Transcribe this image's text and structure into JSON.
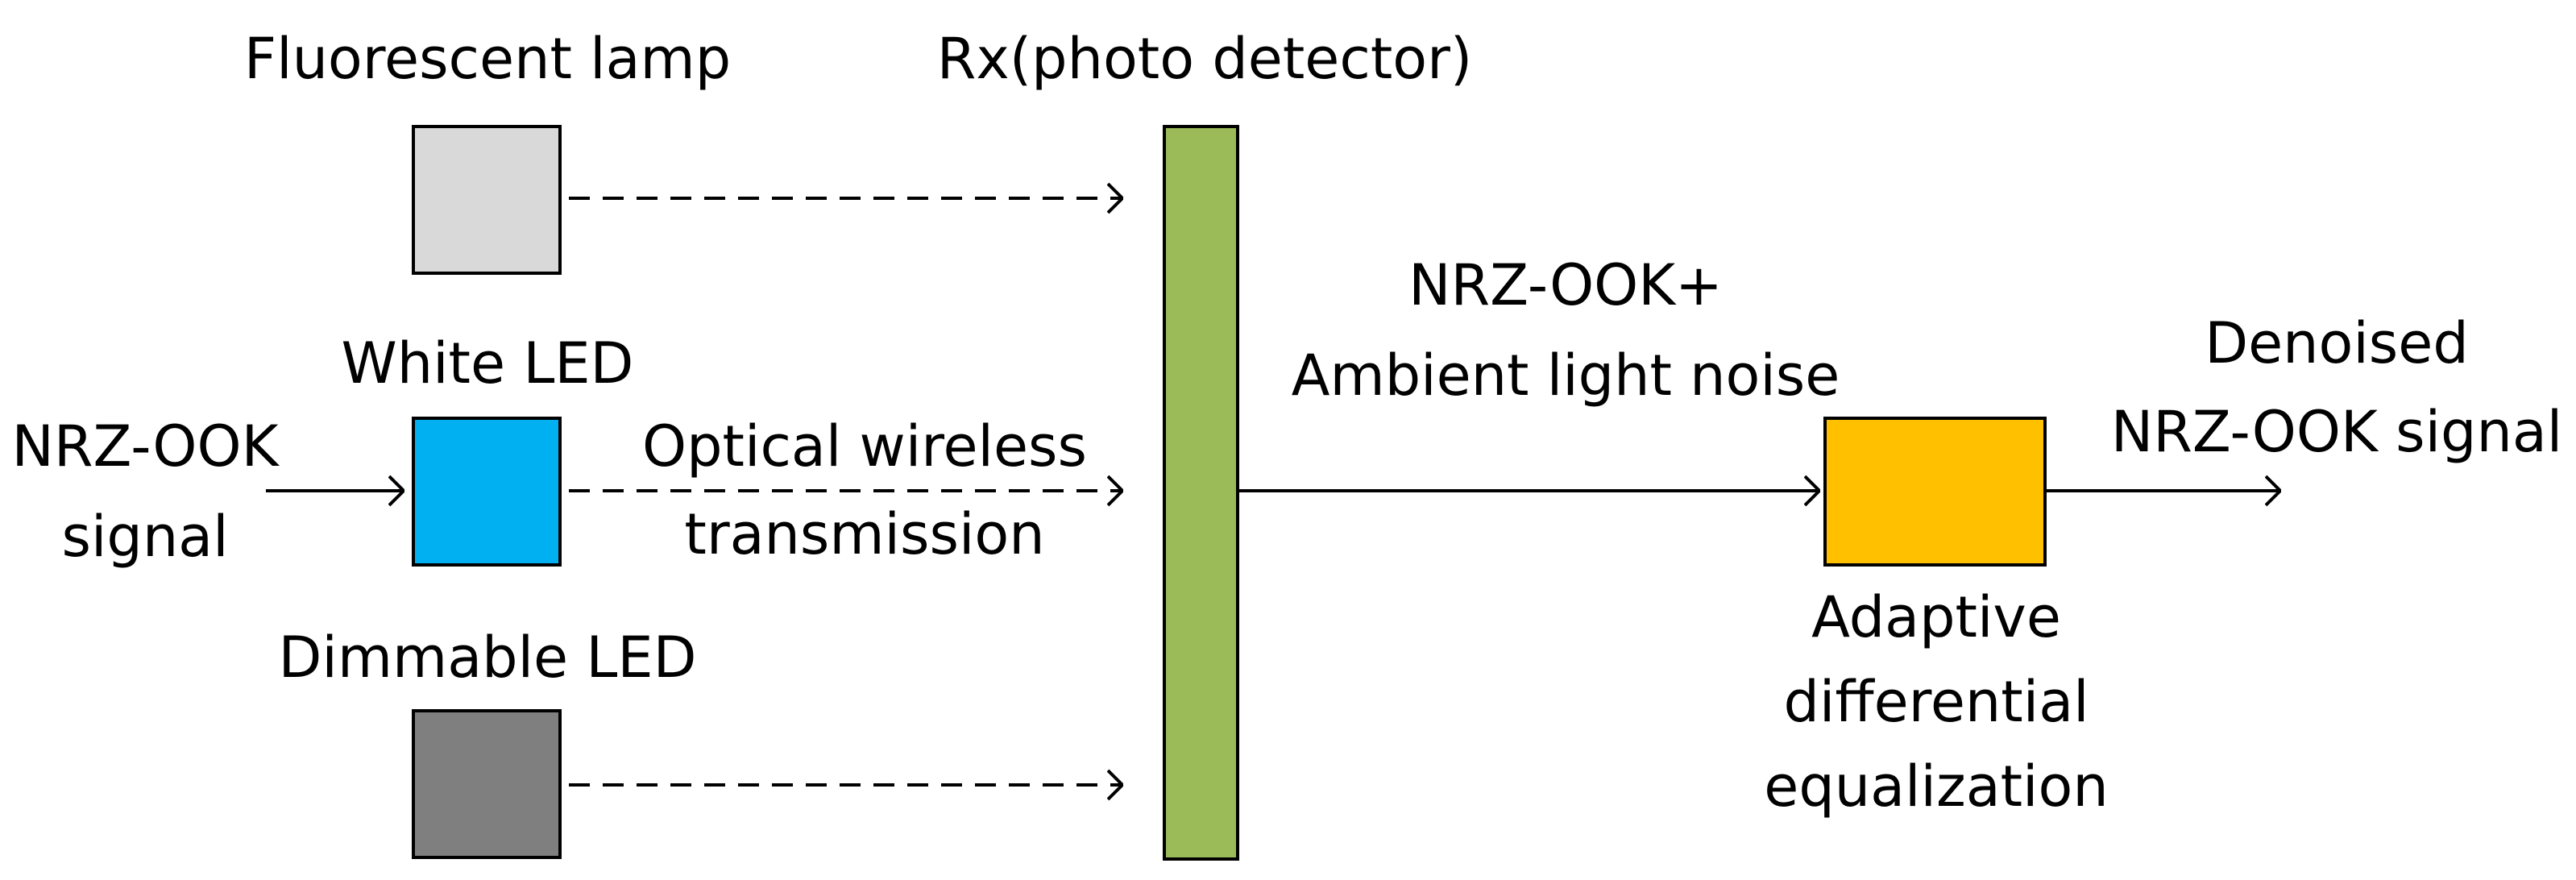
{
  "sources": {
    "fluorescent": {
      "label": "Fluorescent lamp",
      "color": "#d9d9d9"
    },
    "white_led": {
      "label": "White LED",
      "color": "#00b0f0"
    },
    "dimmable_led": {
      "label": "Dimmable LED",
      "color": "#7f7f7f"
    }
  },
  "input_signal": {
    "line1": "NRZ-OOK",
    "line2": "signal"
  },
  "channel": {
    "line1": "Optical wireless",
    "line2": "transmission"
  },
  "receiver": {
    "label": "Rx(photo detector)",
    "color": "#9bbb59"
  },
  "received_signal": {
    "line1": "NRZ-OOK+",
    "line2": "Ambient light noise"
  },
  "equalizer": {
    "line1": "Adaptive",
    "line2": "differential",
    "line3": "equalization",
    "color": "#ffc000"
  },
  "output_signal": {
    "line1": "Denoised",
    "line2": "NRZ-OOK signal"
  }
}
